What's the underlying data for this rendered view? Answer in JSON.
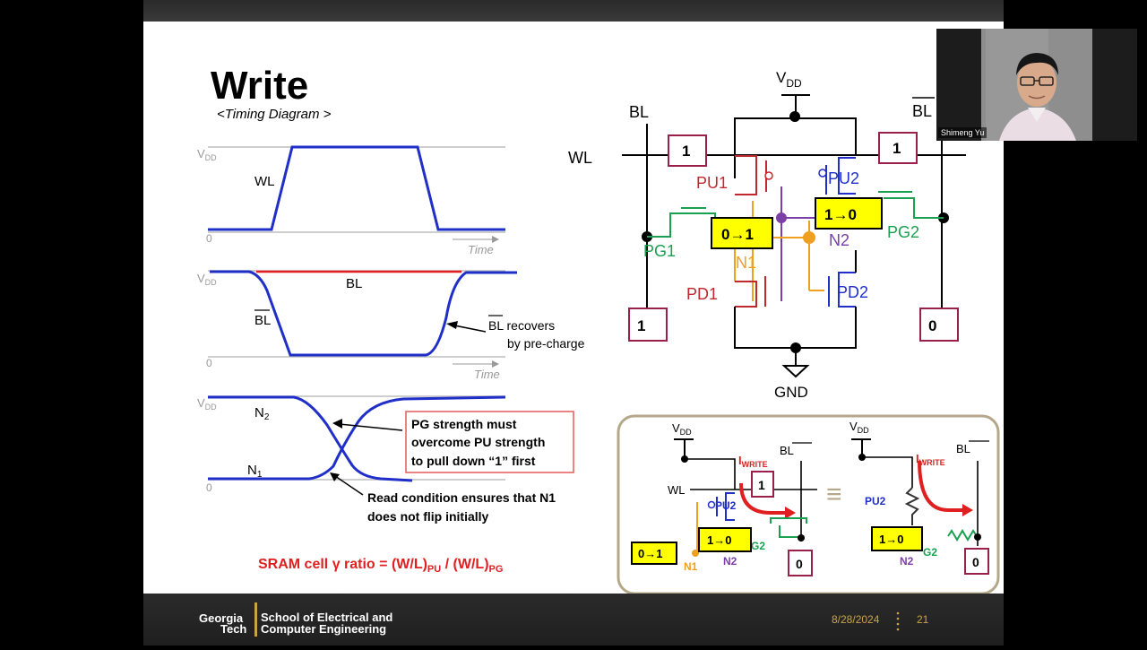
{
  "slide": {
    "title": "Write",
    "subtitle": "<Timing Diagram >",
    "formula_main": "SRAM cell γ ratio = (W/L)",
    "formula_sub_pu": "PU",
    "formula_mid": " / (W/L)",
    "formula_sub_pg": "PG"
  },
  "timing": {
    "vdd_v": "V",
    "vdd_sub": "DD",
    "zero": "0",
    "time": "Time",
    "wl": "WL",
    "bl": "BL",
    "blb": "BL",
    "bl_recovers_1": "BL recovers",
    "bl_recovers_2": "by pre-charge",
    "n2": "N",
    "n2_sub": "2",
    "n1": "N",
    "n1_sub": "1",
    "callout_1": "PG strength must",
    "callout_2": "overcome PU strength",
    "callout_3": "to pull down “1” first",
    "read_note_1": "Read condition ensures that N1",
    "read_note_2": "does not flip initially"
  },
  "cell": {
    "vdd_v": "V",
    "vdd_sub": "DD",
    "gnd": "GND",
    "bl": "BL",
    "blb": "BL",
    "wl": "WL",
    "box_one": "1",
    "box_zero": "0",
    "pu1": "PU1",
    "pu2": "PU2",
    "pd1": "PD1",
    "pd2": "PD2",
    "pg1": "PG1",
    "pg2": "PG2",
    "n1": "N1",
    "n2": "N2",
    "n1_transition": "0→1",
    "n2_transition": "1→0"
  },
  "inset": {
    "vdd_v": "V",
    "vdd_sub": "DD",
    "iwrite_i": "I",
    "iwrite_sub": "WRITE",
    "bl": "BL",
    "wl": "WL",
    "pu2": "PU2",
    "g2": "G2",
    "n1": "N1",
    "n2": "N2",
    "n1_transition": "0→1",
    "n2_transition": "1→0",
    "one": "1",
    "zero": "0",
    "equiv": "≡"
  },
  "footer": {
    "logo_line1": "Georgia",
    "logo_line2": "Tech",
    "school_line1": "School of Electrical and",
    "school_line2": "Computer Engineering",
    "date": "8/28/2024",
    "page": "21"
  },
  "video": {
    "speaker_name": "Shimeng Yu"
  },
  "colors": {
    "signal_blue": "#1f2fc8",
    "bl_red": "#e02020",
    "pu_red": "#c0282e",
    "pg_green": "#1aa050",
    "n1_orange": "#f0a020",
    "n2_purple": "#7b3fa8",
    "box_yellow": "#ffff00",
    "box_border": "#9a1f4a",
    "title_red": "#e02020"
  }
}
